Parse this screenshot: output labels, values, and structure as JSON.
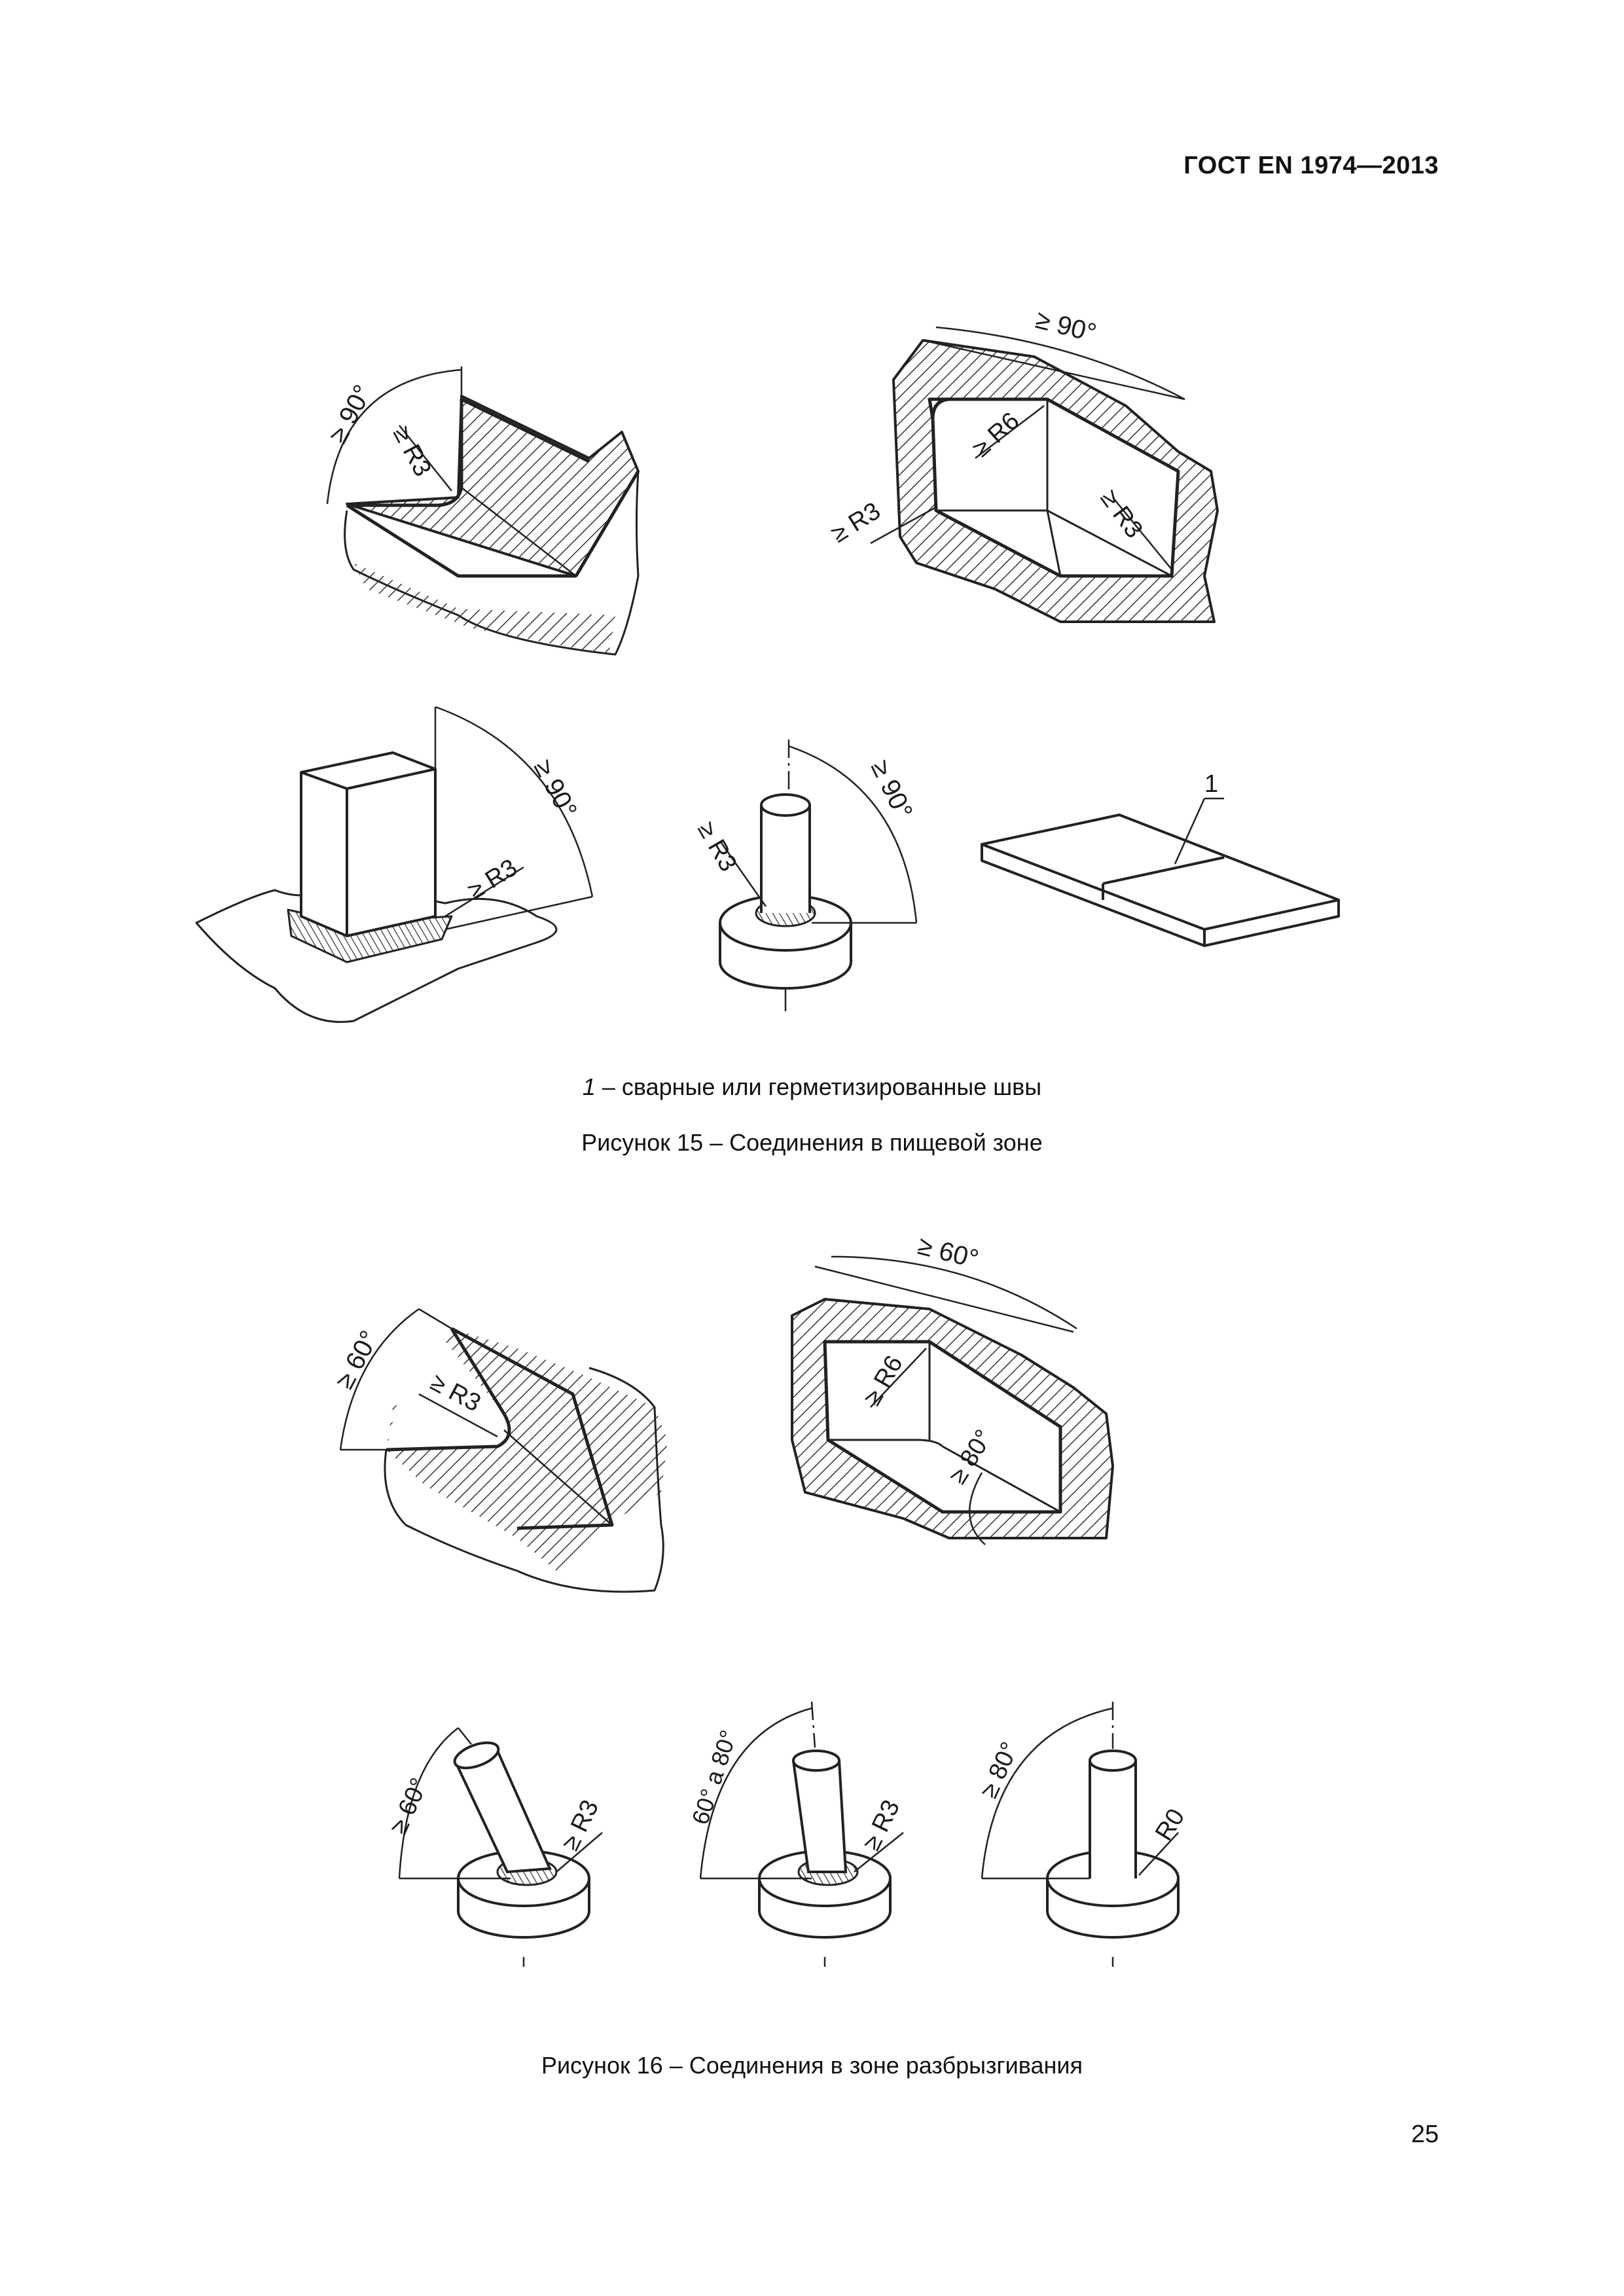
{
  "header": {
    "standard": "ГОСТ EN 1974—2013"
  },
  "figure15": {
    "labels": {
      "ge90": "≥ 90°",
      "geR3": "≥ R3",
      "geR6": "≥ R6",
      "callout": "1"
    },
    "legend": {
      "number": "1",
      "text": " – сварные или герметизированные швы"
    },
    "caption": "Рисунок 15 – Соединения в пищевой зоне"
  },
  "figure16": {
    "labels": {
      "ge60": "≥ 60°",
      "geR3": "≥ R3",
      "geR6": "≥ R6",
      "ge80": "≥ 80°",
      "range6080": "60° a 80°",
      "r0": "R0"
    },
    "caption": "Рисунок 16 – Соединения в зоне разбрызгивания"
  },
  "footer": {
    "page_number": "25"
  }
}
